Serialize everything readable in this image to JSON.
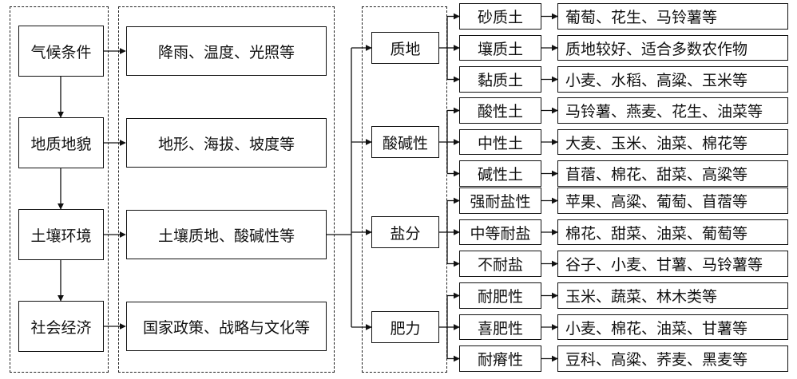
{
  "factors": [
    {
      "name": "气候条件",
      "detail": "降雨、温度、光照等"
    },
    {
      "name": "地质地貌",
      "detail": "地形、海拔、坡度等"
    },
    {
      "name": "土壤环境",
      "detail": "土壤质地、酸碱性等"
    },
    {
      "name": "社会经济",
      "detail": "国家政策、战略与文化等"
    }
  ],
  "soil_groups": [
    {
      "name": "质地",
      "items": [
        {
          "label": "砂质土",
          "crops": "葡萄、花生、马铃薯等"
        },
        {
          "label": "壤质土",
          "crops": "质地较好、适合多数农作物"
        },
        {
          "label": "黏质土",
          "crops": "小麦、水稻、高粱、玉米等"
        }
      ]
    },
    {
      "name": "酸碱性",
      "items": [
        {
          "label": "酸性土",
          "crops": "马铃薯、燕麦、花生、油菜等"
        },
        {
          "label": "中性土",
          "crops": "大麦、玉米、油菜、棉花等"
        },
        {
          "label": "碱性土",
          "crops": "苜蓿、棉花、甜菜、高粱等"
        }
      ]
    },
    {
      "name": "盐分",
      "items": [
        {
          "label": "强耐盐性",
          "crops": "苹果、高粱、葡萄、苜蓿等"
        },
        {
          "label": "中等耐盐",
          "crops": "棉花、甜菜、油菜、葡萄等"
        },
        {
          "label": "不耐盐",
          "crops": "谷子、小麦、甘薯、马铃薯等"
        }
      ]
    },
    {
      "name": "肥力",
      "items": [
        {
          "label": "耐肥性",
          "crops": "玉米、蔬菜、林木类等"
        },
        {
          "label": "喜肥性",
          "crops": "小麦、棉花、油菜、甘薯等"
        },
        {
          "label": "耐瘠性",
          "crops": "豆科、高粱、荞麦、黑麦等"
        }
      ]
    }
  ]
}
